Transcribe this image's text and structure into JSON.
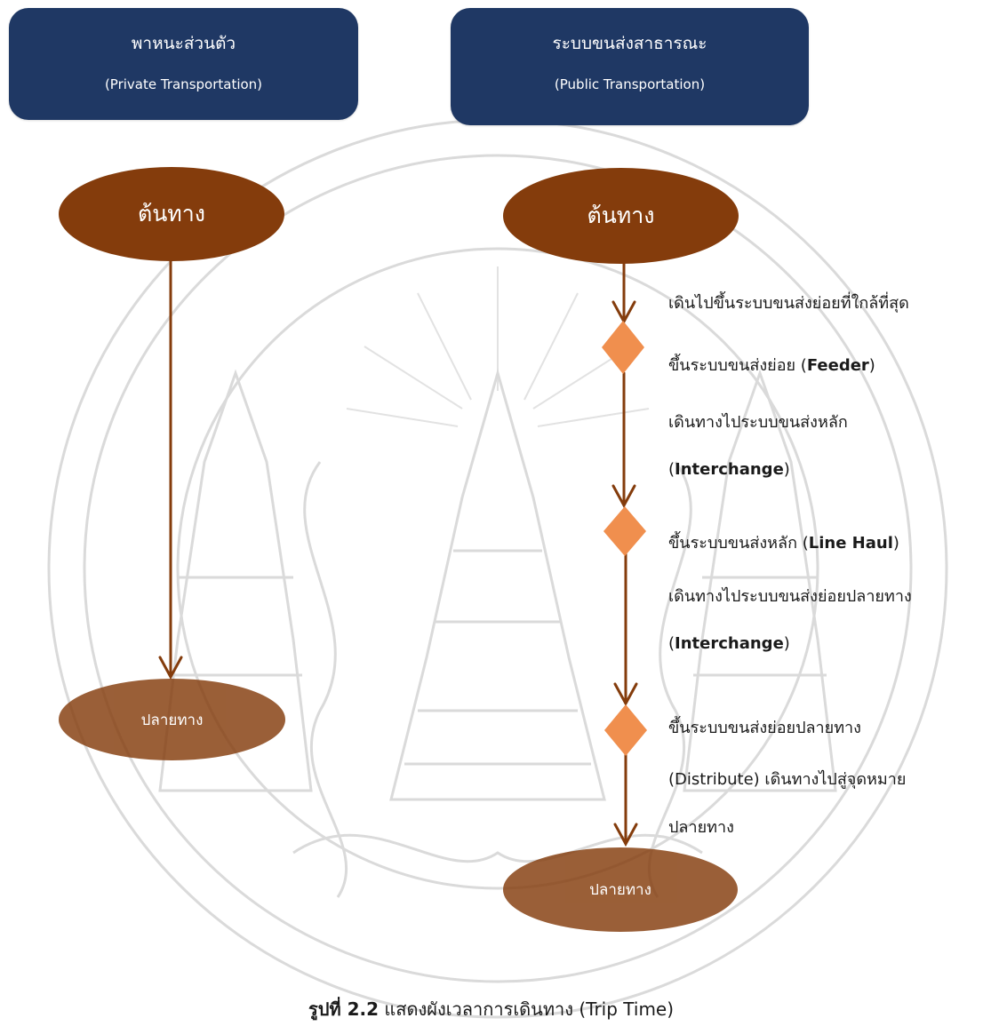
{
  "headers": {
    "private": {
      "title": "พาหนะส่วนตัว",
      "subtitle": "(Private Transportation)"
    },
    "public": {
      "title": "ระบบขนส่งสาธารณะ",
      "subtitle": "(Public Transportation)"
    }
  },
  "private_flow": {
    "origin": "ต้นทาง",
    "destination": "ปลายทาง"
  },
  "public_flow": {
    "origin": "ต้นทาง",
    "destination": "ปลายทาง",
    "walk_to_feeder": "เดินไปขึ้นระบบขนส่งย่อยที่ใกล้ที่สุด",
    "board_feeder": {
      "text": "ขึ้นระบบขนส่งย่อย (",
      "bold": "Feeder",
      "tail": ")"
    },
    "travel_to_main": "เดินทางไประบบขนส่งหลัก",
    "interchange_1": {
      "pre": "(",
      "bold": "Interchange",
      "post": ")"
    },
    "board_line_haul": {
      "text": "ขึ้นระบบขนส่งหลัก (",
      "bold": "Line Haul",
      "tail": ")"
    },
    "travel_to_dest_feeder": "เดินทางไประบบขนส่งย่อยปลายทาง",
    "interchange_2": {
      "pre": "(",
      "bold": "Interchange",
      "post": ")"
    },
    "board_dest_feeder": "ขึ้นระบบขนส่งย่อยปลายทาง",
    "distribute": "(Distribute) เดินทางไปสู่จุดหมาย",
    "final_dest": "ปลายทาง"
  },
  "caption": {
    "label": "รูปที่ 2.2",
    "text": " แสดงผังเวลาการเดินทาง (Trip Time)"
  },
  "colors": {
    "header_fill": "#1f3864",
    "node_fill": "#843c0c",
    "arrow": "#843c0c",
    "diamond": "#f08f4e",
    "watermark": "#d6d6d6"
  }
}
